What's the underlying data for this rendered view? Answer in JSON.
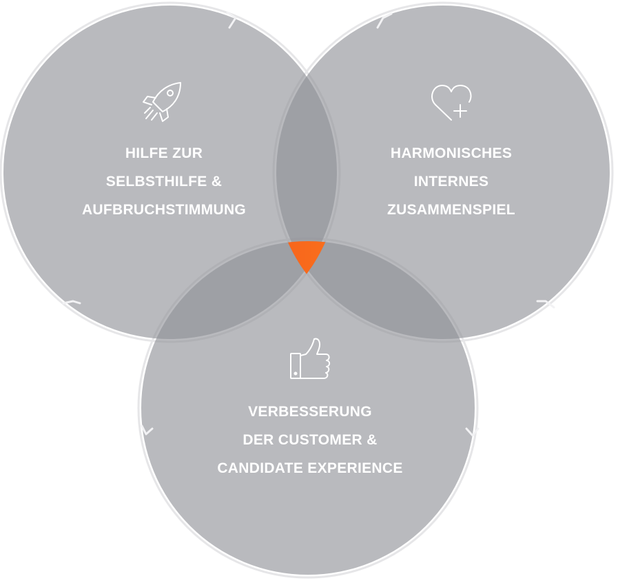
{
  "circles": [
    {
      "id": "selbsthilfe",
      "icon": "rocket-icon",
      "lines": [
        "HILFE ZUR",
        "SELBSTHILFE &",
        "AUFBRUCHSTIMMUNG"
      ]
    },
    {
      "id": "zusammenspiel",
      "icon": "heart-plus-icon",
      "lines": [
        "HARMONISCHES",
        "INTERNES",
        "ZUSAMMENSPIEL"
      ]
    },
    {
      "id": "experience",
      "icon": "thumbs-up-icon",
      "lines": [
        "VERBESSERUNG",
        "DER CUSTOMER &",
        "CANDIDATE EXPERIENCE"
      ]
    }
  ],
  "colors": {
    "circle_fill": "#8e8f96",
    "outline": "#e6e6e8",
    "text": "#ffffff",
    "center_gradient_start": "#f24a1a",
    "center_gradient_end": "#ff8a1e"
  }
}
